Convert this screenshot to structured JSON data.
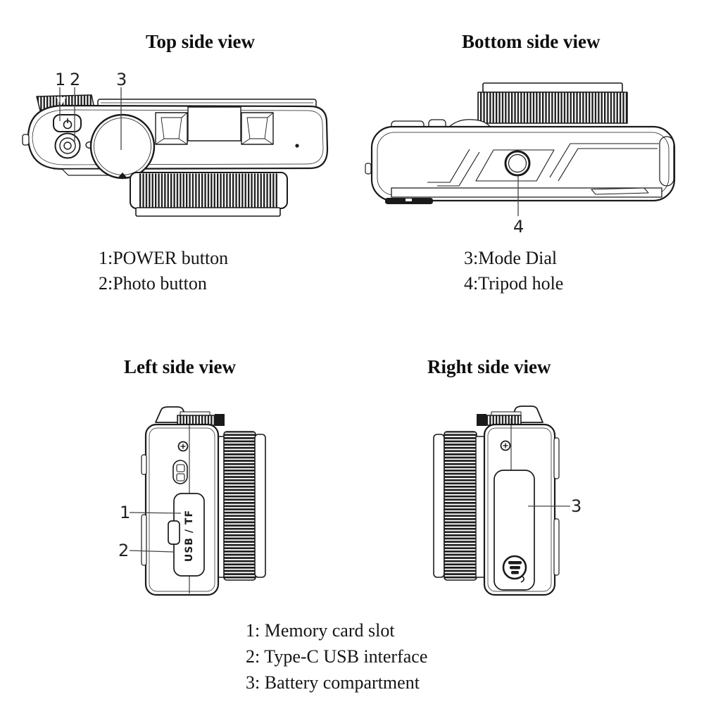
{
  "meta": {
    "background": "#ffffff",
    "line_color": "#1a1a1a"
  },
  "views": {
    "top": {
      "title": "Top side view",
      "callouts": [
        "1",
        "2",
        "3"
      ]
    },
    "bottom": {
      "title": "Bottom side view",
      "callouts": [
        "4"
      ]
    },
    "left": {
      "title": "Left side view",
      "callouts": [
        "1",
        "2"
      ],
      "port_label": "USB / TF"
    },
    "right": {
      "title": "Right side view",
      "callouts": [
        "3"
      ]
    }
  },
  "legends": {
    "upper_left": [
      "1:POWER button",
      "2:Photo button"
    ],
    "upper_right": [
      "3:Mode Dial",
      "4:Tripod hole"
    ],
    "lower": [
      "1: Memory card slot",
      "2: Type-C USB interface",
      "3: Battery compartment"
    ]
  }
}
